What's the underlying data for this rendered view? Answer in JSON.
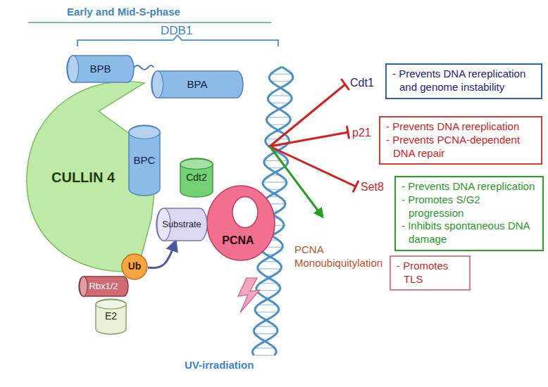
{
  "diagram": {
    "title": "Early and Mid-S-phase",
    "nodes": [
      {
        "text": [
          "CULLIN 4"
        ]
      },
      {
        "text": [
          "BPB"
        ]
      },
      {
        "text": [
          "BPA"
        ]
      },
      {
        "text": [
          "BPC"
        ]
      },
      {
        "text": [
          "Cdt2"
        ]
      },
      {
        "text": [
          "PCNA"
        ]
      },
      {
        "text": [
          "Substrate"
        ]
      },
      {
        "text": [
          "Rbx1/2"
        ]
      },
      {
        "text": [
          "Ub"
        ]
      },
      {
        "text": [
          "E2"
        ]
      },
      {
        "text": [
          "- Prevents DNA rereplication and genome instability"
        ]
      },
      {
        "text": [
          "- Prevents DNA rereplication",
          "- Prevents PCNA-dependent DNA repair"
        ]
      },
      {
        "text": [
          "- Prevents DNA rereplication",
          "- Promotes S/G2 progression",
          "- Inhibits spontaneous DNA damage"
        ]
      },
      {
        "text": [
          "- Promotes TLS"
        ]
      }
    ],
    "edges": [
      {
        "from": 8,
        "to": 6,
        "arrow": "to"
      }
    ],
    "labels": [
      "DDB1",
      "Cdt1",
      "p21",
      "Set8",
      "PCNA Monoubiquitylation",
      "UV-irradiation"
    ]
  }
}
